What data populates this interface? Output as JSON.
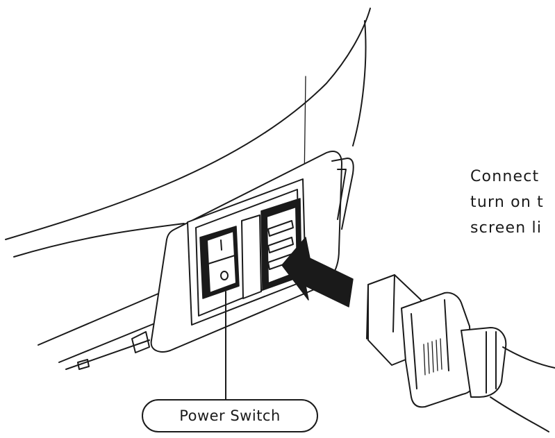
{
  "figure": {
    "instruction_lines": [
      "Connect",
      "turn on t",
      "screen li"
    ],
    "callout_label": "Power Switch",
    "switch_marks": {
      "on": "I",
      "off": "O"
    },
    "icons": [
      "power-switch-icon",
      "power-inlet-icon",
      "power-plug-icon",
      "insert-arrow-icon"
    ]
  }
}
